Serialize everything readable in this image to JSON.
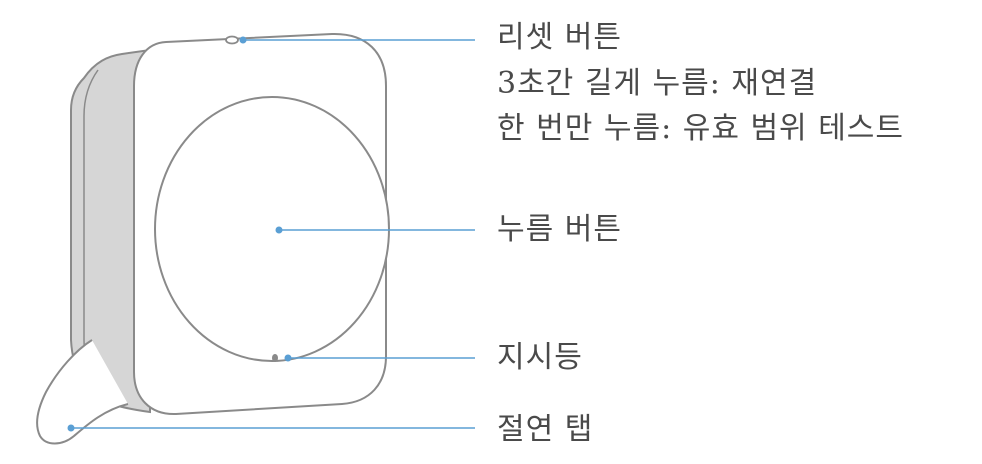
{
  "labels": {
    "reset_button": "리셋 버튼",
    "reset_long_press": "3초간 길게 누름: 재연결",
    "reset_short_press": "한 번만 누름: 유효 범위 테스트",
    "press_button": "누름 버튼",
    "indicator_light": "지시등",
    "insulation_tab": "절연 탭"
  },
  "colors": {
    "outline": "#8a8a8a",
    "side_fill": "#d6d6d6",
    "leader_line": "#5a9fd4",
    "text": "#4a4a4a"
  }
}
